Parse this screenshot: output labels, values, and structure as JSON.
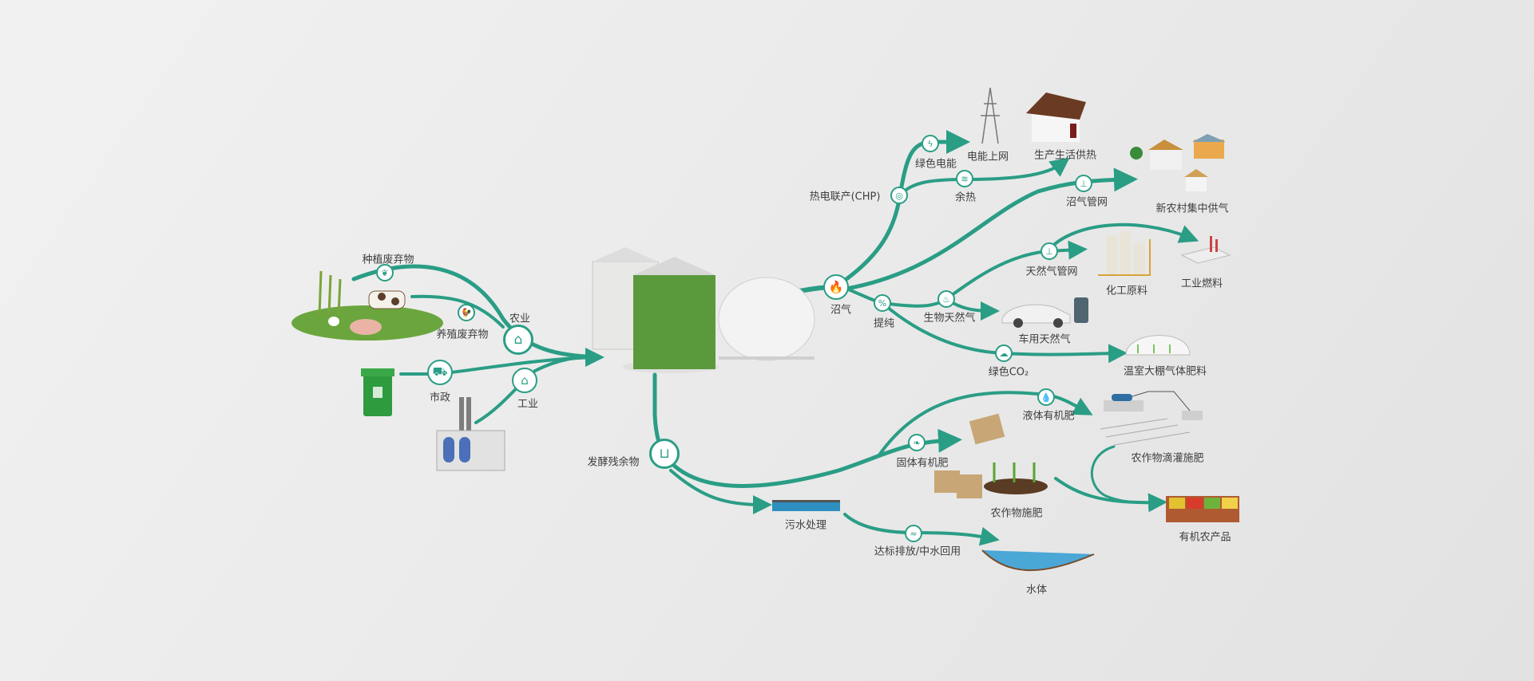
{
  "colors": {
    "flow": "#2a9d85",
    "background": "#ebebeb",
    "text": "#3e3e3e",
    "digester_green": "#5a9a3c"
  },
  "inputs": {
    "planting_waste": "种植废弃物",
    "livestock_waste": "养殖废弃物",
    "agriculture": "农业",
    "municipal": "市政",
    "industry": "工业"
  },
  "biogas": {
    "biogas": "沼气",
    "chp": "热电联产(CHP)",
    "green_power": "绿色电能",
    "grid": "电能上网",
    "waste_heat": "余热",
    "heating": "生产生活供热",
    "gas_pipeline": "沼气管网",
    "village_gas": "新农村集中供气",
    "purification": "提纯",
    "natural_gas_pipeline": "天然气管网",
    "chemical_feedstock": "化工原料",
    "industrial_fuel": "工业燃料",
    "biomethane": "生物天然气",
    "vehicle_gas": "车用天然气",
    "green_co2": "绿色CO₂",
    "greenhouse": "温室大棚气体肥料"
  },
  "digestate": {
    "residue": "发酵残余物",
    "liquid_fertilizer": "液体有机肥",
    "drip_irrigation": "农作物滴灌施肥",
    "solid_fertilizer": "固体有机肥",
    "crop_fertilizing": "农作物施肥",
    "organic_products": "有机农产品",
    "wastewater": "污水处理",
    "discharge": "达标排放/中水回用",
    "water_body": "水体"
  },
  "icons": {
    "leaf": "leaf-icon",
    "chicken": "chicken-icon",
    "farm": "farm-icon",
    "truck": "truck-icon",
    "factory": "factory-icon",
    "flame": "flame-icon",
    "bolt": "bolt-icon",
    "heat": "heat-icon",
    "pipe": "pipe-icon",
    "purify": "purify-icon",
    "cloud": "co2-cloud-icon",
    "drop": "drop-icon",
    "bucket": "residue-bucket-icon",
    "water": "water-wave-icon"
  }
}
